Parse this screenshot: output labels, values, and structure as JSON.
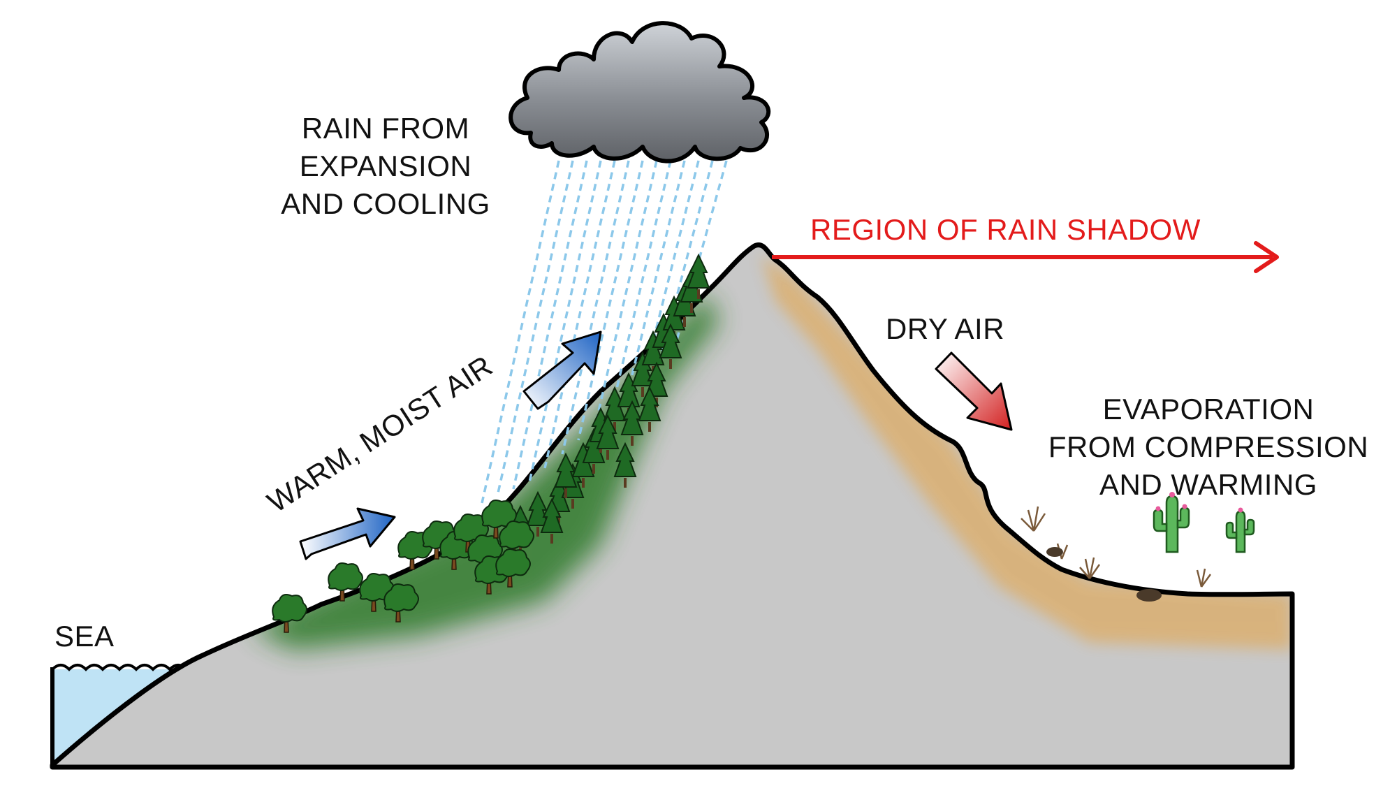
{
  "labels": {
    "sea": "SEA",
    "warm_moist_air": "WARM, MOIST AIR",
    "rain_from": [
      "RAIN FROM",
      "EXPANSION",
      "AND COOLING"
    ],
    "region_of_rain_shadow": "REGION OF RAIN SHADOW",
    "dry_air": "DRY AIR",
    "evaporation": [
      "EVAPORATION",
      "FROM COMPRESSION",
      "AND WARMING"
    ]
  },
  "colors": {
    "mountain": "#c8c8c8",
    "outline": "#000000",
    "sea": "#bfe3f5",
    "cloud": "#7a7d82",
    "rain": "#8cc8ea",
    "forest": "#2e6b2a",
    "tree_crown": "#1f6a24",
    "dry_soil": "#d9b27a",
    "rain_shadow_arrow": "#e31b1b",
    "warm_arrow": "#1f64c4",
    "dry_arrow": "#d21f1f",
    "cactus": "#5cb85c"
  },
  "icons": [
    "cloud-icon",
    "pine-tree-icon",
    "deciduous-tree-icon",
    "cactus-icon",
    "dry-shrub-icon",
    "arrow-icon"
  ]
}
